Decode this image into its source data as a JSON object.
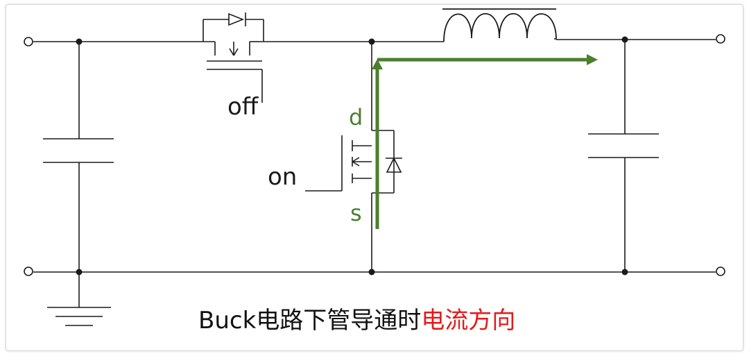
{
  "labels": {
    "high_side_gate": "off",
    "low_side_gate": "on",
    "drain": "d",
    "source": "s"
  },
  "caption": {
    "part1": "Buck电路下管导通时",
    "part2": "电流方向"
  },
  "colors": {
    "wire": "#1a1a1a",
    "current_arrow": "#4a7f2f",
    "caption_highlight": "#e31a1a",
    "caption_text": "#111111"
  }
}
